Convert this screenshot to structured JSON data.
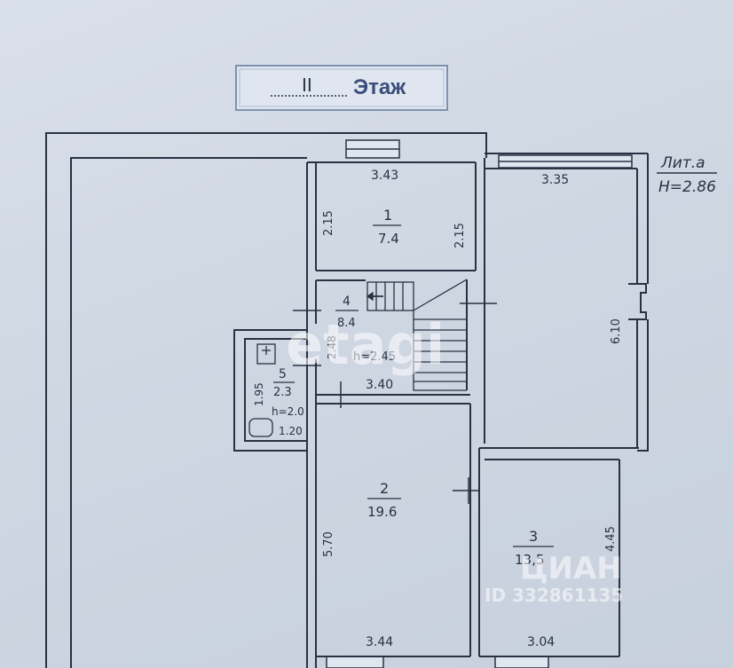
{
  "floor_label": {
    "numeral": "II",
    "word": "Этаж"
  },
  "litera": {
    "line1": "Лит.а",
    "line2": "H=2.86"
  },
  "rooms": [
    {
      "id": "1",
      "number": "1",
      "area": "7.4"
    },
    {
      "id": "2",
      "number": "2",
      "area": "19.6"
    },
    {
      "id": "3",
      "number": "3",
      "area": "13,5"
    },
    {
      "id": "4",
      "number": "4",
      "area": "8.4"
    },
    {
      "id": "5",
      "number": "5",
      "area": "2.3"
    }
  ],
  "dimensions": {
    "room1_top": "3.43",
    "room1_left": "2.15",
    "room1_right": "2.15",
    "right_top": "3.35",
    "right_height": "6.10",
    "room4_height": "2.48",
    "room4_ceiling": "h=2.45",
    "room4_width": "3.40",
    "room5_height": "1.95",
    "room5_ceiling": "h=2.0",
    "room5_width": "1.20",
    "room2_height": "5.70",
    "room2_bottom": "3.44",
    "room3_height": "4.45",
    "room3_bottom": "3.04"
  },
  "watermarks": {
    "etagi": "etagi",
    "cian": "ЦИАН",
    "cian_id": "ID 332861135"
  }
}
